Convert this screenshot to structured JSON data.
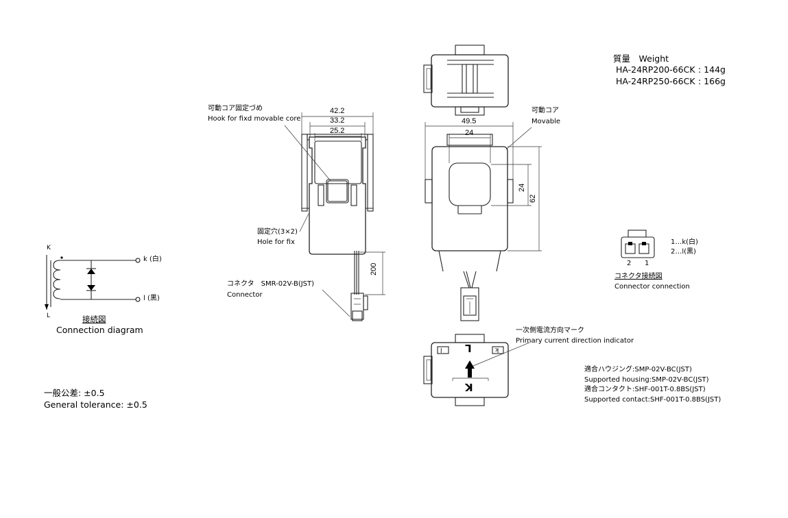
{
  "weight": {
    "title": "質量　Weight",
    "rows": [
      {
        "model": "HA-24RP200-66CK",
        "value": ": 144g"
      },
      {
        "model": "HA-24RP250-66CK",
        "value": ": 166g"
      }
    ]
  },
  "side_view": {
    "hook_jp": "可動コア固定づめ",
    "hook_en": "Hook for fixd movable core",
    "hole_jp": "固定穴(3×2)",
    "hole_en": "Hole for fix",
    "connector_jp": "コネクタ　SMR-02V-B(JST)",
    "connector_en": "Connector",
    "dim_outer": "42.2",
    "dim_mid": "33.2",
    "dim_inner": "25.2",
    "dim_cable": "200"
  },
  "front_view": {
    "movable_jp": "可動コア",
    "movable_en": "Movable",
    "dim_width": "49.5",
    "dim_window": "24",
    "dim_window_h": "24",
    "dim_height": "62"
  },
  "bottom_view": {
    "indicator_jp": "一次側電流方向マーク",
    "indicator_en": "Primary current direction indicator",
    "mark_l": "L",
    "mark_k": "K",
    "small_l": "l",
    "small_k": "k"
  },
  "connector_diagram": {
    "pin_num_2": "2",
    "pin_num_1": "1",
    "pin1_desc": "1…k(白)",
    "pin2_desc": "2…l(黒)",
    "title_jp": "コネクタ接続図",
    "title_en": "Connector connection"
  },
  "connection_diagram": {
    "k_upper": "K",
    "l_lower": "L",
    "term_k": "k (白)",
    "term_l": "l (黒)",
    "title_jp": "接続図",
    "title_en": "Connection diagram"
  },
  "tolerance": {
    "jp": "一般公差: ±0.5",
    "en": "General tolerance: ±0.5"
  },
  "supported": {
    "housing_jp": "適合ハウジング:SMP-02V-BC(JST)",
    "housing_en": "Supported housing:SMP-02V-BC(JST)",
    "contact_jp": "適合コンタクト:SHF-001T-0.8BS(JST)",
    "contact_en": "Supported contact:SHF-001T-0.8BS(JST)"
  }
}
